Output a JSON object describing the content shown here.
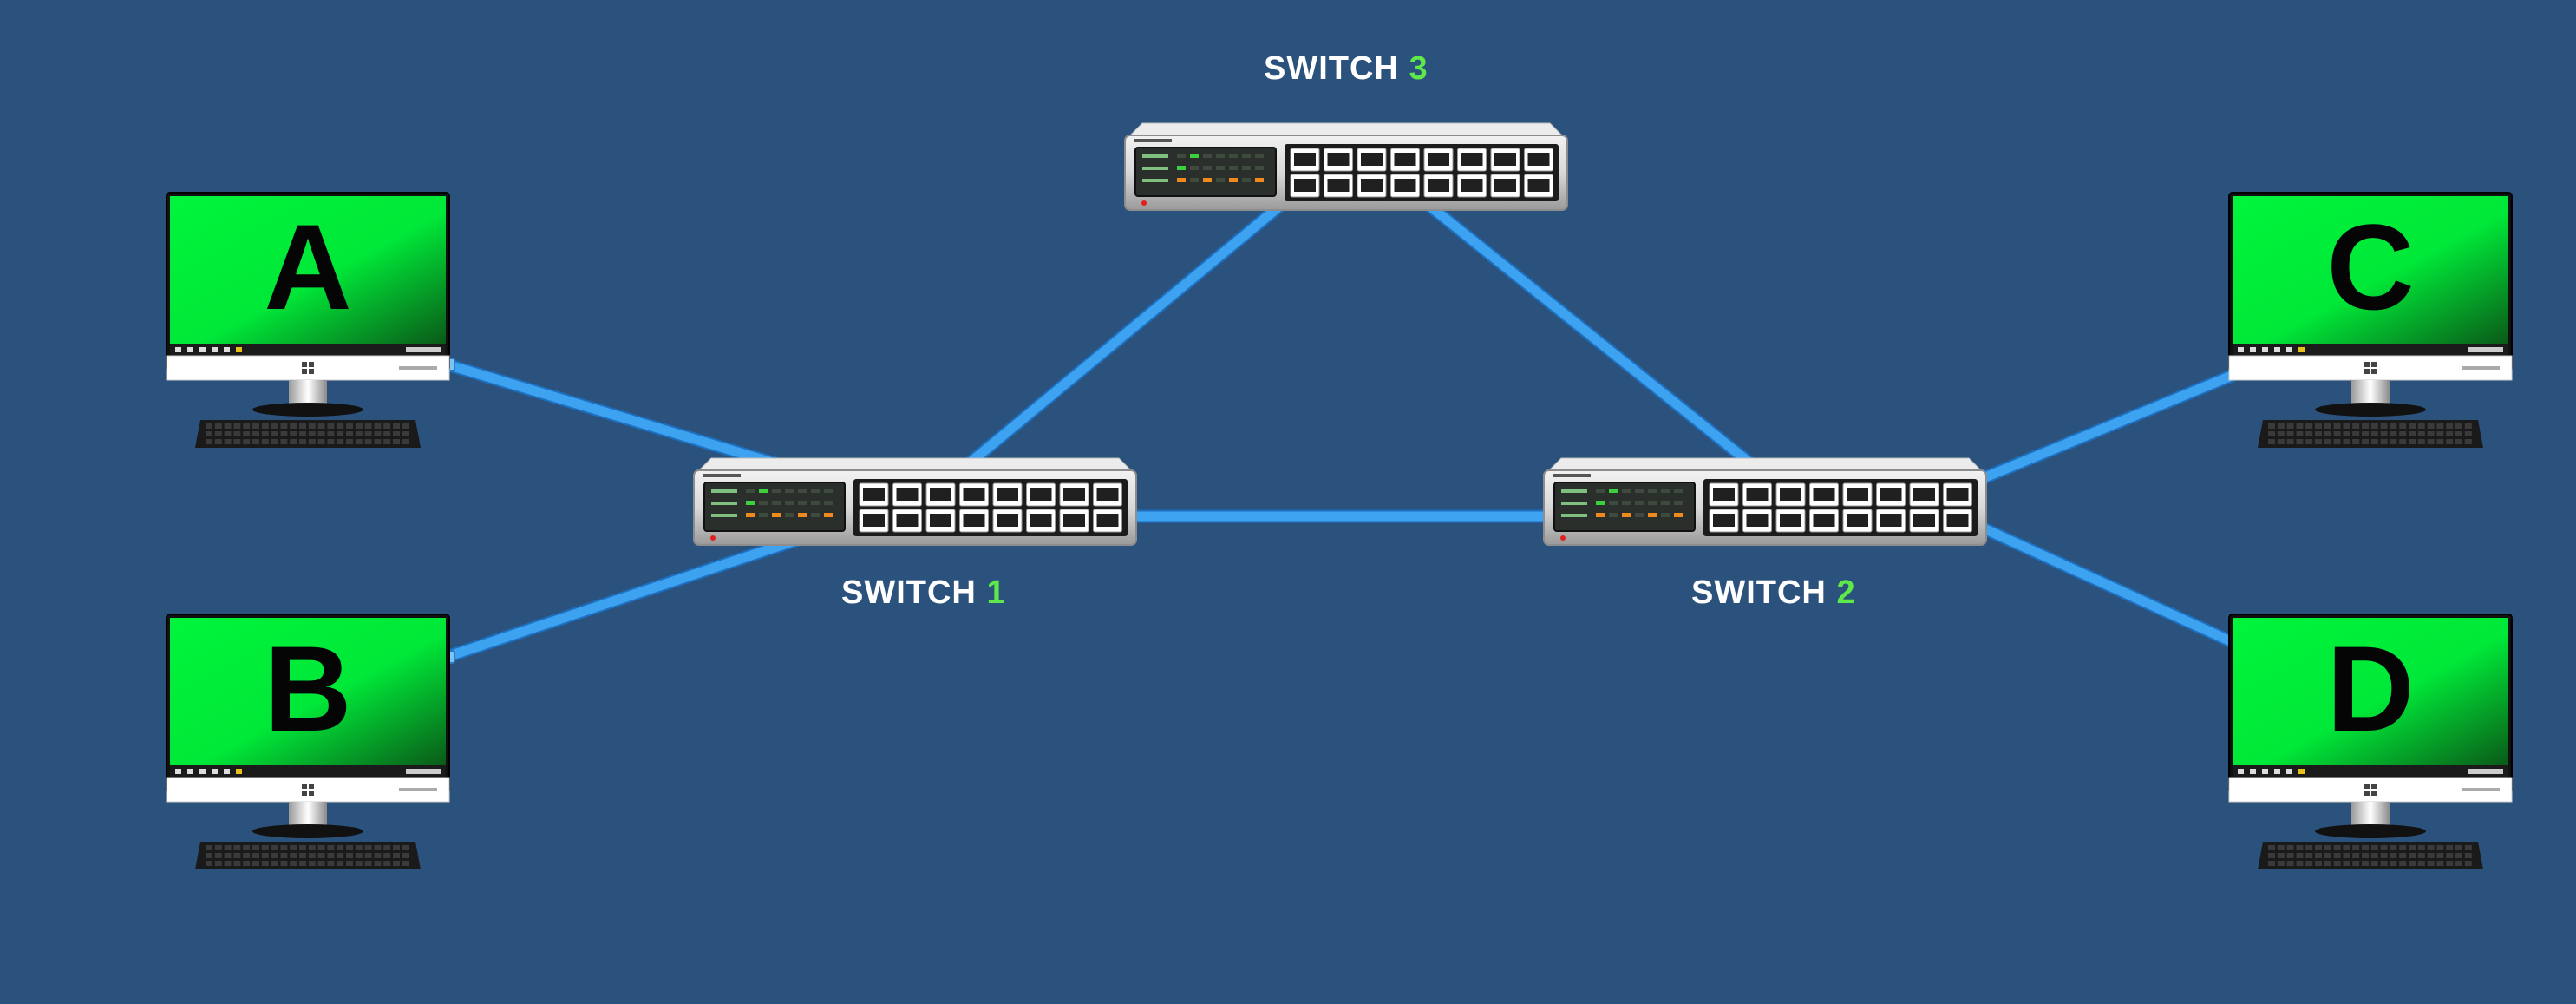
{
  "colors": {
    "background": "#2b527c",
    "cable": "#3da2f0",
    "screen_green": "#00f03a",
    "switch_number": "#5ee84a",
    "label_text": "#ffffff"
  },
  "switches": [
    {
      "id": "s1",
      "word": "SWITCH",
      "number": "1"
    },
    {
      "id": "s2",
      "word": "SWITCH",
      "number": "2"
    },
    {
      "id": "s3",
      "word": "SWITCH",
      "number": "3"
    }
  ],
  "computers": [
    {
      "id": "A",
      "letter": "A"
    },
    {
      "id": "B",
      "letter": "B"
    },
    {
      "id": "C",
      "letter": "C"
    },
    {
      "id": "D",
      "letter": "D"
    }
  ],
  "links": [
    {
      "from": "A",
      "to": "SWITCH 1"
    },
    {
      "from": "B",
      "to": "SWITCH 1"
    },
    {
      "from": "SWITCH 1",
      "to": "SWITCH 3"
    },
    {
      "from": "SWITCH 1",
      "to": "SWITCH 2"
    },
    {
      "from": "SWITCH 3",
      "to": "SWITCH 2"
    },
    {
      "from": "C",
      "to": "SWITCH 2"
    },
    {
      "from": "D",
      "to": "SWITCH 2"
    }
  ]
}
